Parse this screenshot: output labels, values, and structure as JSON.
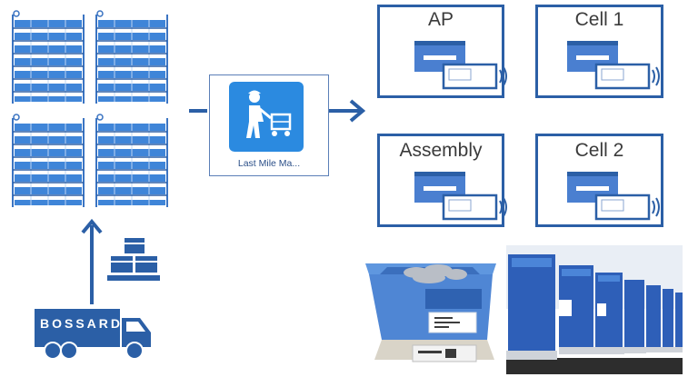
{
  "hub": {
    "label": "Last Mile Ma..."
  },
  "zones": [
    {
      "title": "AP"
    },
    {
      "title": "Cell 1"
    },
    {
      "title": "Assembly"
    },
    {
      "title": "Cell 2"
    }
  ],
  "brand": {
    "name": "BOSSARD"
  },
  "colors": {
    "primary": "#2b5fa6",
    "light": "#3f85d8",
    "bin": "#4a7fd0",
    "hub_icon_bg": "#2b8ae0"
  },
  "icons": [
    "shelving-rack-icon",
    "worker-cart-icon",
    "stacked-boxes-icon",
    "delivery-truck-icon",
    "smart-bin-icon",
    "wireless-signal-icon"
  ]
}
